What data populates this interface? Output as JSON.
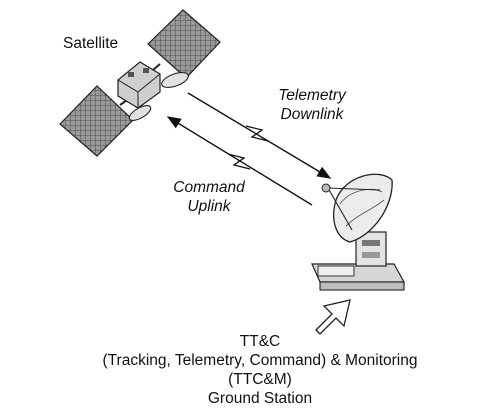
{
  "labels": {
    "satellite": "Satellite",
    "telemetry_line1": "Telemetry",
    "telemetry_line2": "Downlink",
    "command_line1": "Command",
    "command_line2": "Uplink"
  },
  "caption": {
    "line1": "TT&C",
    "line2": "(Tracking, Telemetry, Command) & Monitoring",
    "line3": "(TTC&M)",
    "line4": "Ground Station"
  },
  "colors": {
    "panel_gray": "#9a9a9a",
    "body_gray": "#c8c8c8",
    "stroke": "#222222"
  },
  "icons": [
    "satellite-icon",
    "dish-antenna-icon",
    "arrow-icon",
    "lightning-icon"
  ]
}
